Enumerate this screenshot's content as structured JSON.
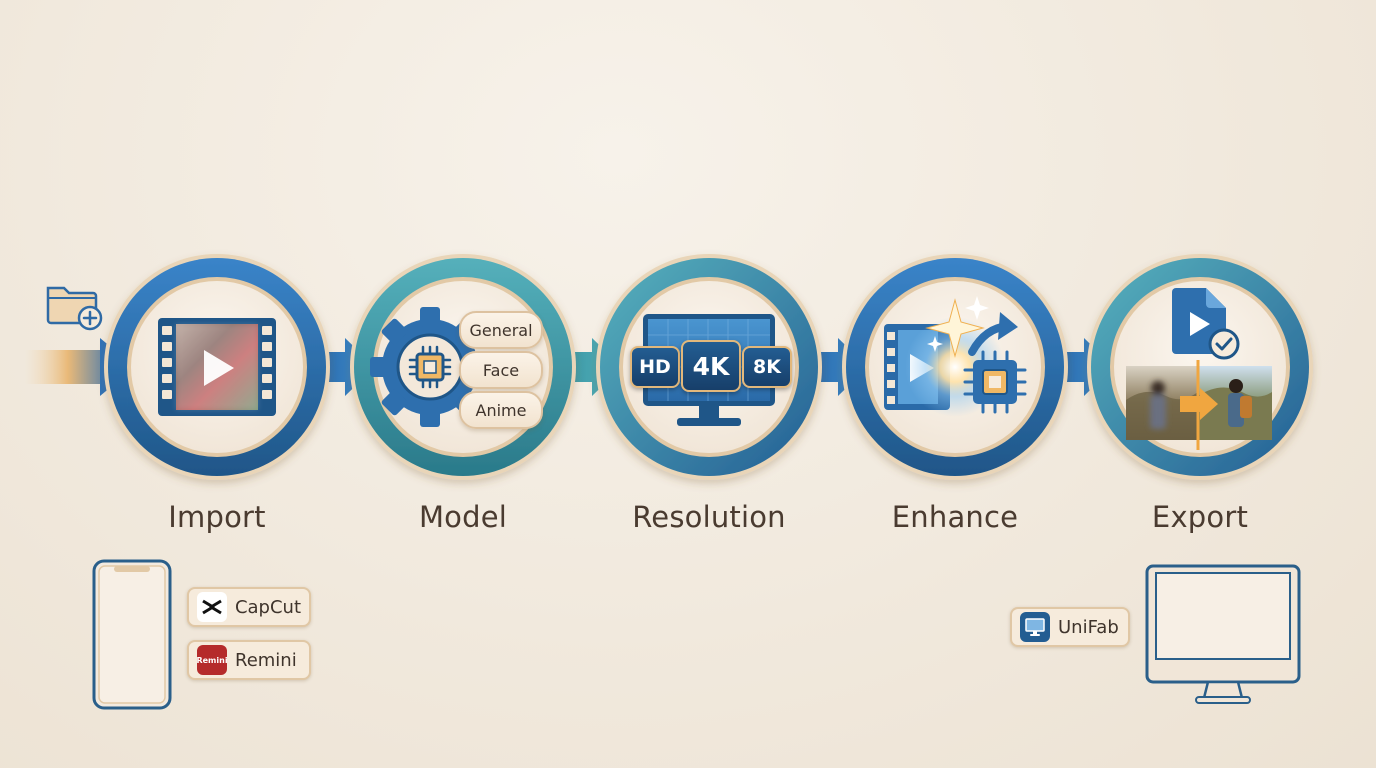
{
  "steps": [
    {
      "label": "Import"
    },
    {
      "label": "Model"
    },
    {
      "label": "Resolution"
    },
    {
      "label": "Enhance"
    },
    {
      "label": "Export"
    }
  ],
  "model_options": [
    "General",
    "Face",
    "Anime"
  ],
  "resolution_options": [
    "HD",
    "4K",
    "8K"
  ],
  "import_apps": [
    {
      "name": "CapCut",
      "icon": "capcut-icon"
    },
    {
      "name": "Remini",
      "icon": "remini-icon",
      "icon_text": "Remini"
    }
  ],
  "export_apps": [
    {
      "name": "UniFab",
      "icon": "monitor-icon"
    }
  ],
  "colors": {
    "blue": "#2f72b8",
    "teal": "#3d9aa7",
    "navy": "#1f5688",
    "orange": "#f0a640",
    "cream": "#f4ece2",
    "gold_border": "#e2c8a3"
  }
}
